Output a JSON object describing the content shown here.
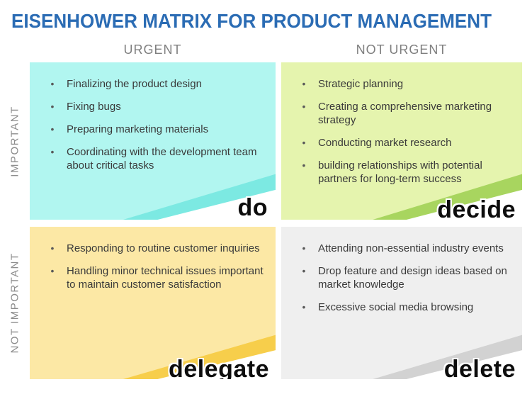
{
  "title": "EISENHOWER MATRIX FOR PRODUCT MANAGEMENT",
  "colors": {
    "title_text": "#2b6cb4",
    "header_text": "#7f7f7f",
    "row_label_text": "#8c8c8c",
    "bullet_text": "#3a3a3a",
    "white": "#ffffff"
  },
  "columns": [
    {
      "label": "URGENT"
    },
    {
      "label": "NOT URGENT"
    }
  ],
  "rows": [
    {
      "label": "IMPORTANT"
    },
    {
      "label": "NOT IMPORTANT"
    }
  ],
  "quadrants": {
    "do": {
      "action_label": "do",
      "bg": "#b1f6f0",
      "accent": "#7ce9e2",
      "items": [
        "Finalizing the product design",
        "Fixing bugs",
        "Preparing marketing materials",
        "Coordinating with the development team about critical tasks"
      ]
    },
    "decide": {
      "action_label": "decide",
      "bg": "#e5f4ae",
      "accent": "#a8d55f",
      "items": [
        "Strategic planning",
        "Creating a comprehensive marketing strategy",
        "Conducting market research",
        "building relationships with potential partners for long-term success"
      ]
    },
    "delegate": {
      "action_label": "delegate",
      "bg": "#fce8a5",
      "accent": "#f7ce4b",
      "items": [
        "Responding to routine customer inquiries",
        "Handling minor technical issues important to maintain customer satisfaction"
      ]
    },
    "delete": {
      "action_label": "delete",
      "bg": "#efefef",
      "accent": "#d2d2d2",
      "items": [
        "Attending non-essential industry events",
        "Drop feature and design ideas based on market knowledge",
        "Excessive social media browsing"
      ]
    }
  }
}
